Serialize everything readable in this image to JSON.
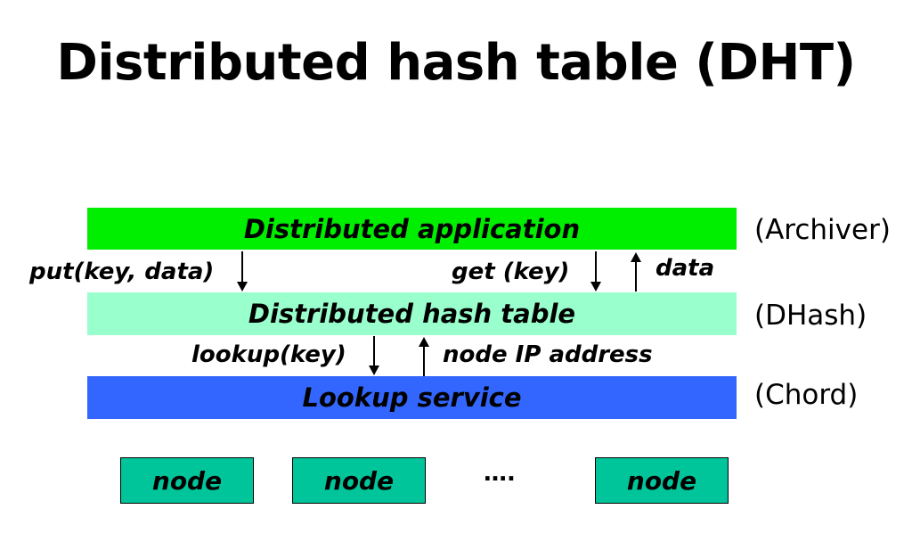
{
  "title": "Distributed hash table (DHT)",
  "layers": [
    {
      "label": "Distributed application",
      "note": "(Archiver)",
      "color": "#00ee00"
    },
    {
      "label": "Distributed hash table",
      "note": "(DHash)",
      "color": "#99ffcc"
    },
    {
      "label": "Lookup service",
      "note": "(Chord)",
      "color": "#3366ff"
    }
  ],
  "calls": {
    "put": "put(key, data)",
    "get": "get (key)",
    "data": "data",
    "lookup": "lookup(key)",
    "node_ip": "node IP address"
  },
  "nodes": [
    "node",
    "node",
    "node"
  ],
  "ellipsis": "….",
  "node_color": "#00c59a"
}
